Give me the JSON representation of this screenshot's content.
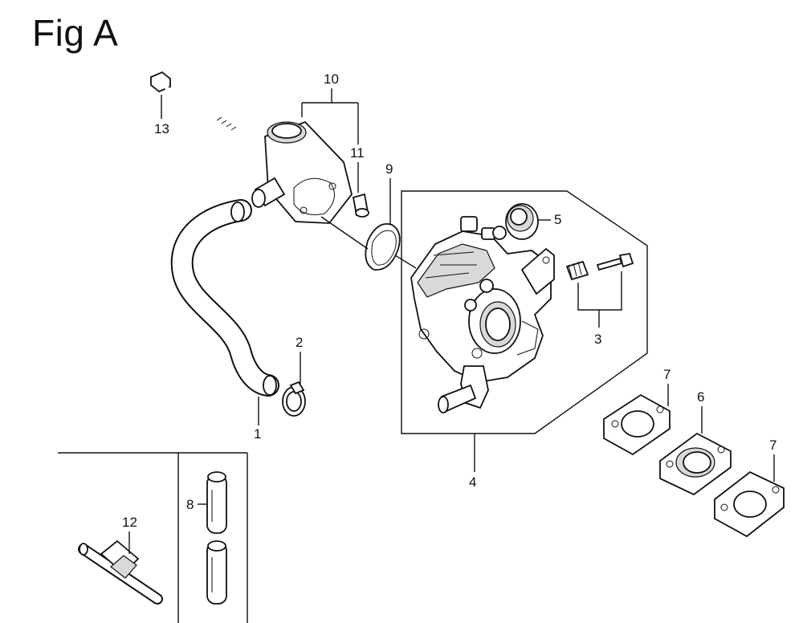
{
  "title": "Fig A",
  "callouts": {
    "p1": "1",
    "p2": "2",
    "p3": "3",
    "p4": "4",
    "p5": "5",
    "p6": "6",
    "p7a": "7",
    "p7b": "7",
    "p8": "8",
    "p9": "9",
    "p10": "10",
    "p11": "11",
    "p12": "12",
    "p13": "13"
  }
}
